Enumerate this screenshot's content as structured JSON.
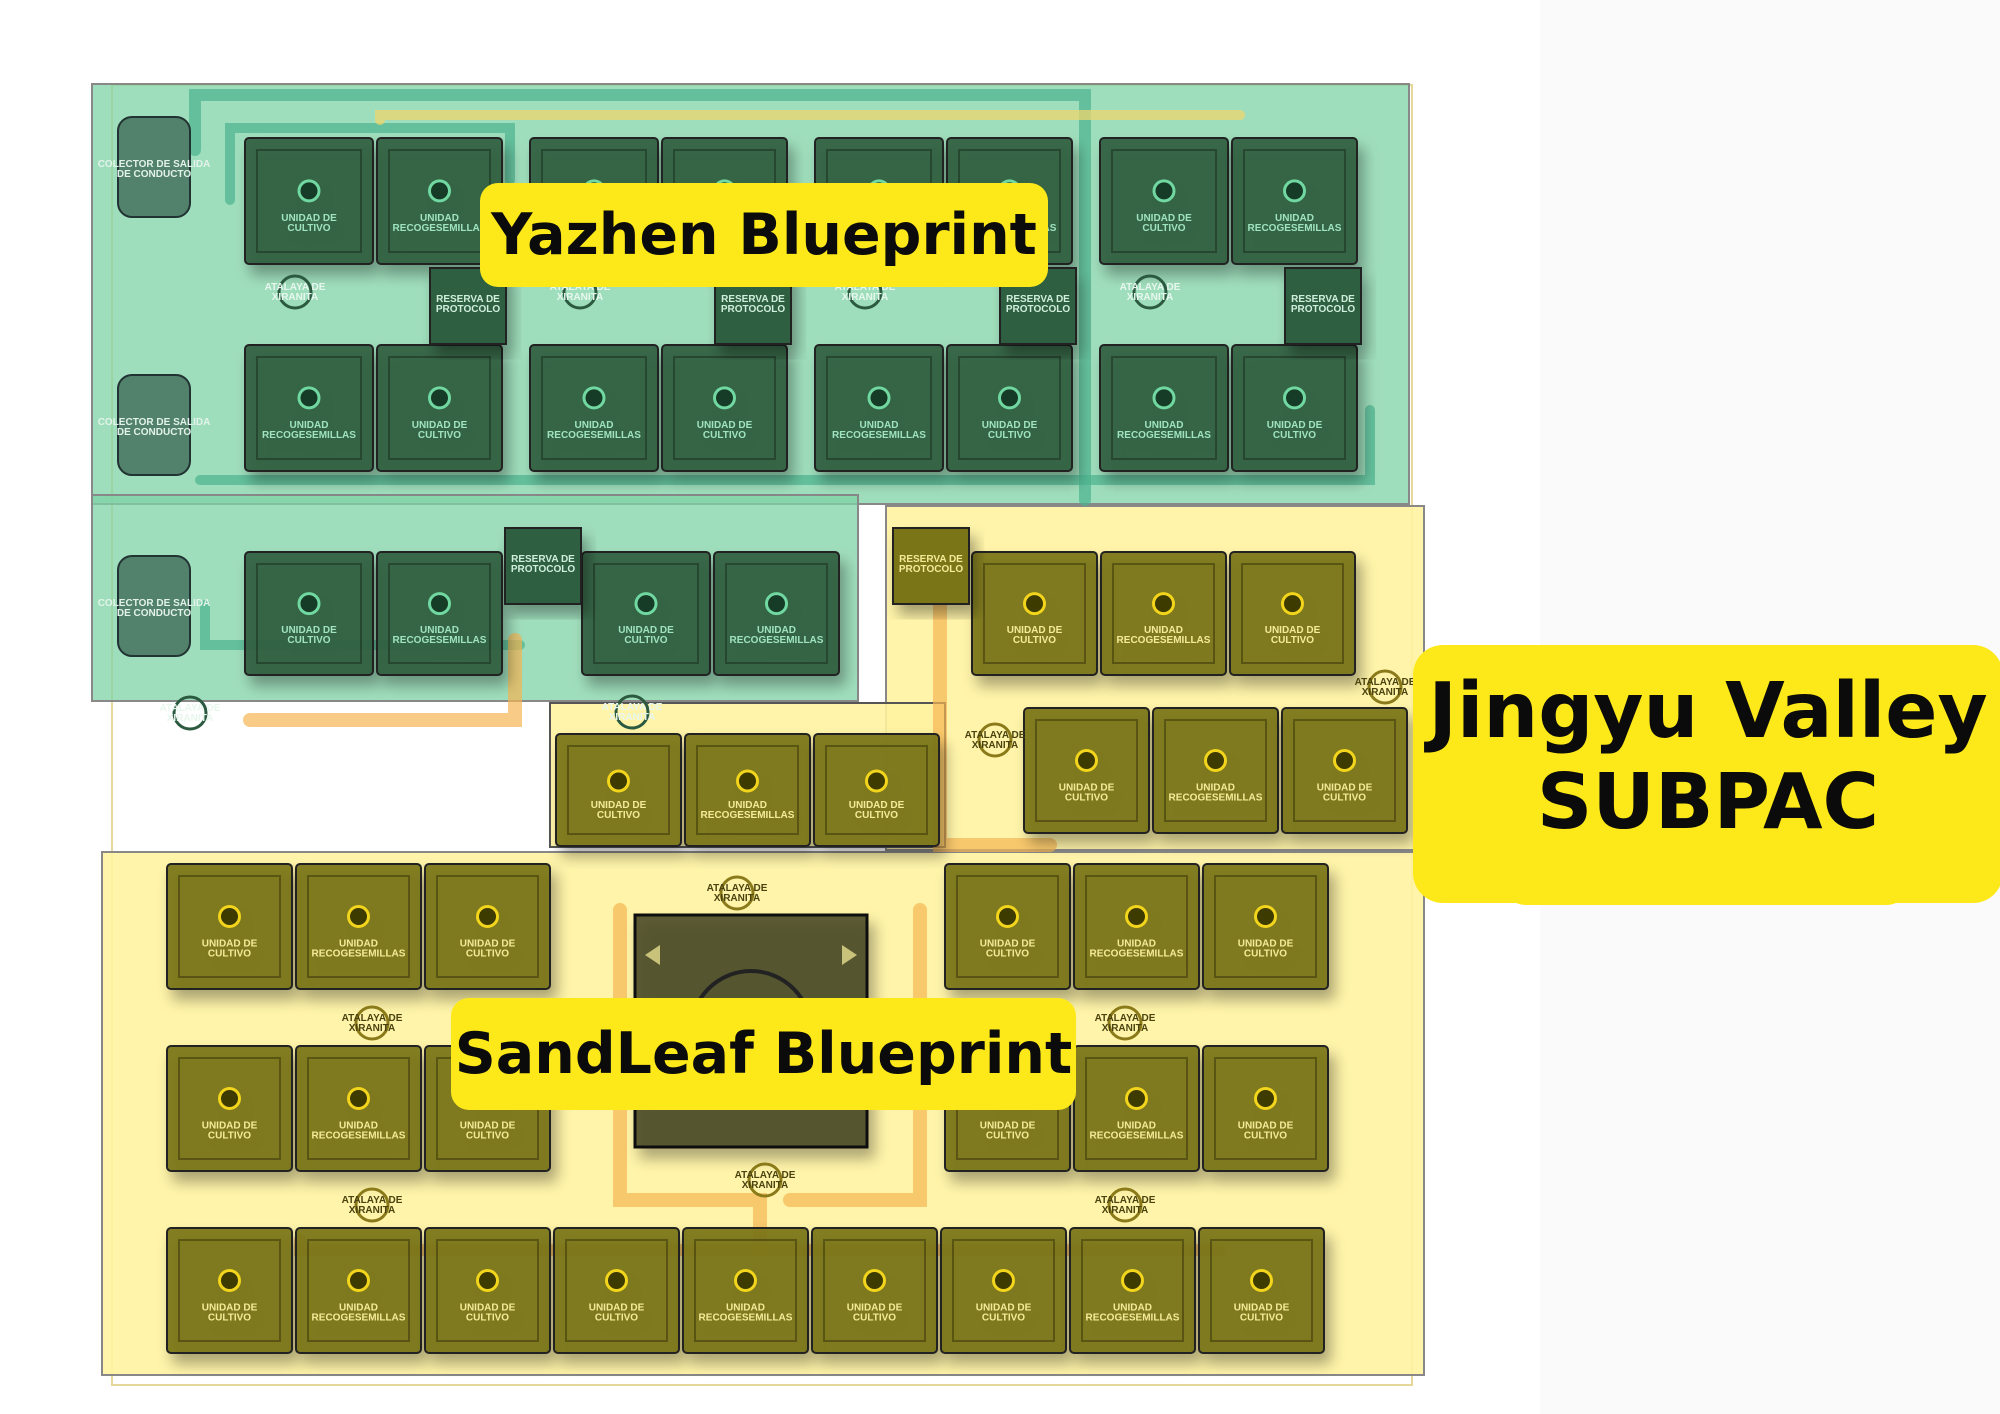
{
  "callouts": {
    "yazhen": "Yazhen Blueprint",
    "sandleaf": "SandLeaf Blueprint",
    "jingyu_line1": "Jingyu Valley",
    "jingyu_line2": "SUBPAC"
  },
  "labels": {
    "cultivo": "UNIDAD DE CULTIVO",
    "recoge": "UNIDAD RECOGESEMILLAS",
    "reserva": "RESERVA DE PROTOCOLO",
    "atalaya": "ATALAYA DE XIRANITA",
    "colector": "COLECTOR DE SALIDA DE CONDUCTO"
  },
  "zone_colors": {
    "yazhen_zone": "#7fd3a6",
    "yellow_zone": "#fff3a0",
    "machine_green": "#2f5e3f",
    "machine_olive": "#7a7413",
    "pipe_orange": "#f5b552",
    "callout": "#fde91a"
  }
}
